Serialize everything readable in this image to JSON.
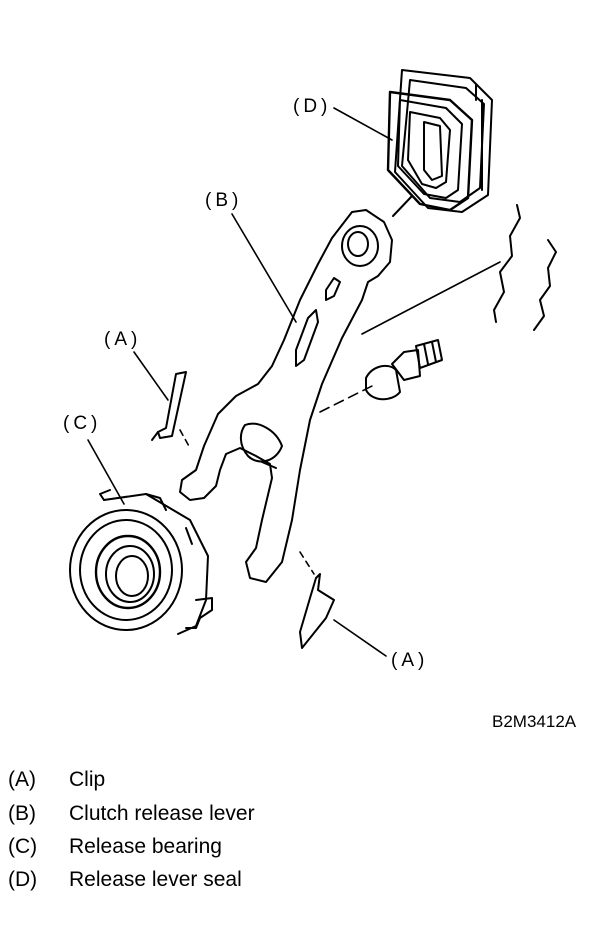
{
  "diagram": {
    "callouts": {
      "A_top": "(A)",
      "A_bottom": "(A)",
      "B": "(B)",
      "C": "(C)",
      "D": "(D)"
    },
    "figure_code": "B2M3412A"
  },
  "legend": [
    {
      "key": "(A)",
      "text": "Clip"
    },
    {
      "key": "(B)",
      "text": "Clutch release lever"
    },
    {
      "key": "(C)",
      "text": "Release bearing"
    },
    {
      "key": "(D)",
      "text": "Release lever seal"
    }
  ],
  "colors": {
    "ink": "#000000",
    "paper": "#ffffff"
  }
}
